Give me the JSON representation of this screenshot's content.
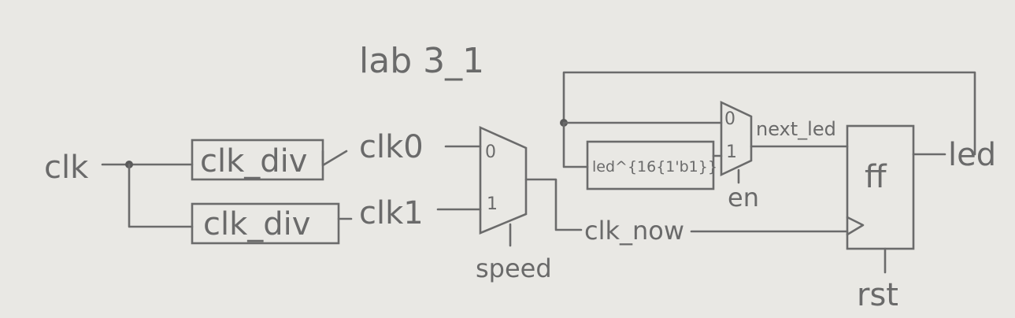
{
  "title": "lab 3_1",
  "labels": {
    "clk": "clk",
    "clk_div_top": "clk_div",
    "clk_div_bottom": "clk_div",
    "clk0": "clk0",
    "clk1": "clk1",
    "mux1_in0": "0",
    "mux1_in1": "1",
    "speed": "speed",
    "clk_now": "clk_now",
    "invert_expr": "led^{16{1'b1}}",
    "mux2_in0": "0",
    "mux2_in1": "1",
    "next_led": "next_led",
    "en": "en",
    "ff": "ff",
    "led": "led",
    "rst": "rst"
  }
}
